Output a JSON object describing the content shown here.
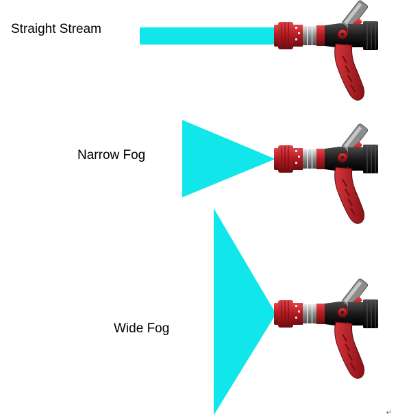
{
  "modes": [
    {
      "id": "straight-stream",
      "label": "Straight Stream",
      "pattern": "stream"
    },
    {
      "id": "narrow-fog",
      "label": "Narrow Fog",
      "pattern": "narrow-cone"
    },
    {
      "id": "wide-fog",
      "label": "Wide Fog",
      "pattern": "wide-cone"
    }
  ],
  "colors": {
    "spray": "#11e6ea",
    "nozzle_red": "#b81c22",
    "nozzle_dark_red": "#7a0f14",
    "nozzle_black": "#1a1a1a",
    "nozzle_silver": "#9a9a9a"
  },
  "corner_mark": "↵"
}
